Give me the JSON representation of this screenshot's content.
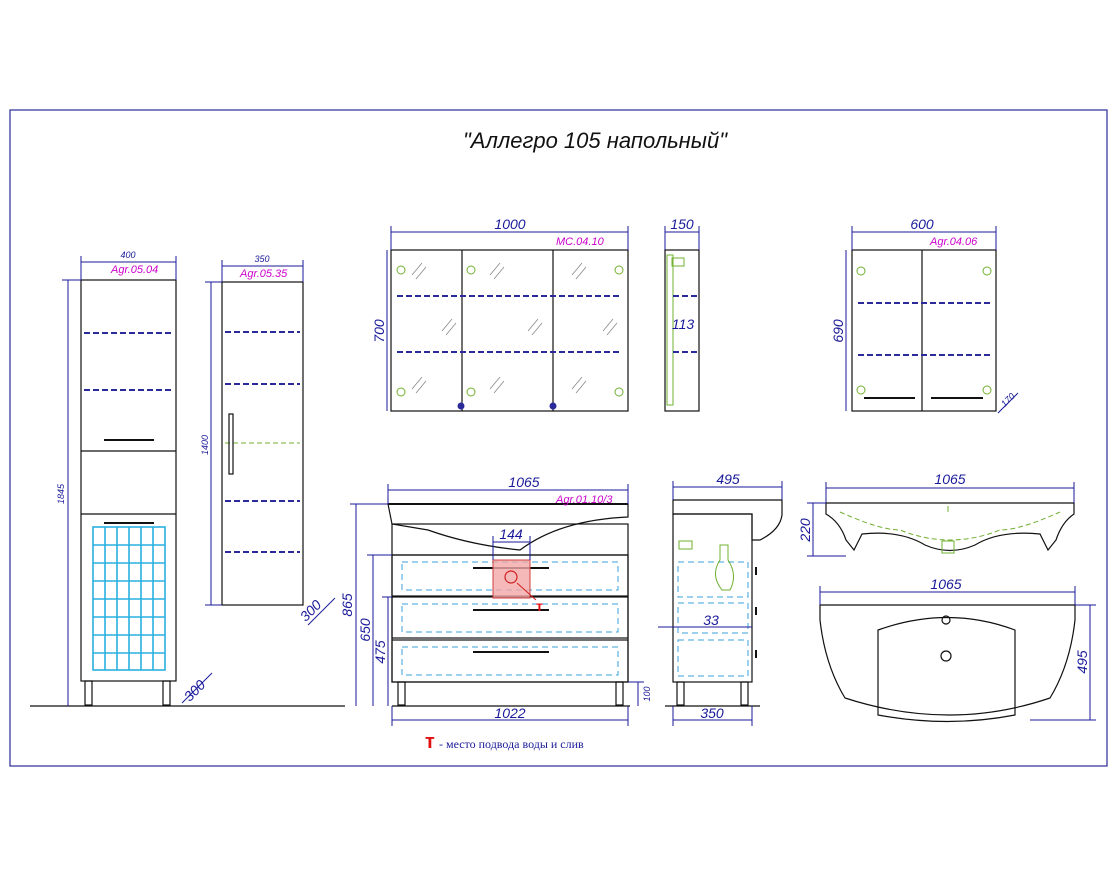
{
  "title": "\"Аллегро 105 напольный\"",
  "codes": {
    "pencil_tall": "Agr.05.04",
    "pencil_narrow": "Agr.05.35",
    "mirror_cabinet": "MC.04.10",
    "wall_cabinet": "Agr.04.06",
    "vanity": "Agr.01.10/3"
  },
  "dimensions": {
    "tall_width": "400",
    "tall_height": "1845",
    "tall_depth": "300",
    "narrow_width": "350",
    "narrow_height": "1400",
    "narrow_depth": "300",
    "mirror_width": "1000",
    "mirror_height": "700",
    "mirror_depth": "150",
    "mirror_inner": "113",
    "wall_width": "600",
    "wall_height": "690",
    "wall_depth": "170",
    "vanity_width": "1065",
    "vanity_side_depth": "495",
    "sink_width": "1065",
    "sink_height": "220",
    "plan_width": "1065",
    "plan_depth": "495",
    "pipe_width": "144",
    "height_865": "865",
    "height_650": "650",
    "height_475": "475",
    "leg_height": "100",
    "base_width": "1022",
    "side_base": "350",
    "side_33": "33"
  },
  "legend": {
    "mark": "т",
    "text": "- место подвода воды и слив"
  }
}
